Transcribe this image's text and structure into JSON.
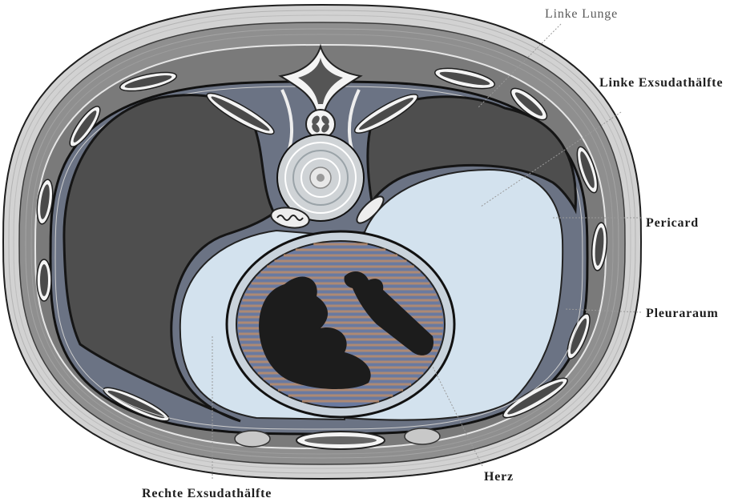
{
  "figure": {
    "labels": {
      "left_lung": "Linke Lunge",
      "left_exudate": "Linke Exsudathälfte",
      "pericardium": "Pericard",
      "pleural_space": "Pleuraraum",
      "heart": "Herz",
      "right_exudate": "Rechte Exsudathälfte"
    }
  },
  "colors": {
    "skin": "#d2d2d2",
    "muscle": "#8f8f8f",
    "rib_layer": "#7a7a7a",
    "mediastinum": "#6b7384",
    "lung": "#4e4e4e",
    "exudate": "#d3e2ee",
    "pericardium": "#c9d3dc",
    "heart": "#6a7aa0",
    "heart_stripe": "#c48f66",
    "heart_chamber": "#1c1c1c",
    "bone": "#f4f4f4",
    "marrow": "#4a4a4a"
  }
}
